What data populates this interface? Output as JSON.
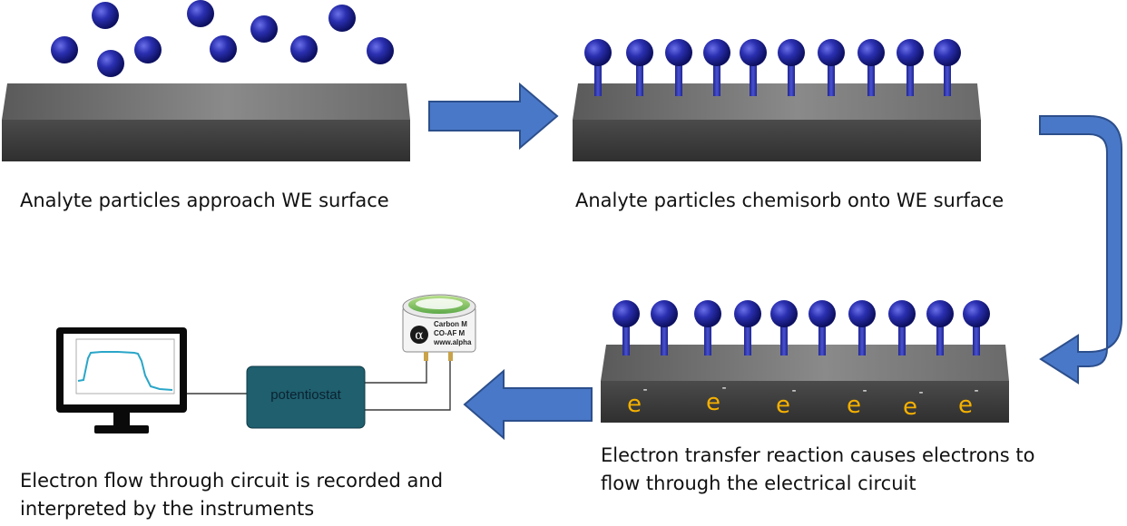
{
  "steps": [
    {
      "caption": "Analyte particles approach WE surface"
    },
    {
      "caption": "Analyte particles chemisorb onto WE surface"
    },
    {
      "caption_line1": "Electron transfer reaction causes electrons to",
      "caption_line2": "flow through the electrical circuit"
    },
    {
      "caption_line1": "Electron flow through circuit is recorded and",
      "caption_line2": "interpreted by the instruments"
    }
  ],
  "potentiostat": {
    "label": "potentiostat"
  },
  "sensor": {
    "line1": "Carbon M",
    "line2": "CO-AF M",
    "line3": "www.alpha"
  },
  "electron": {
    "symbol": "e",
    "charge": "-"
  },
  "colors": {
    "particle": "#2a2fb0",
    "stalk": "#3b42b8",
    "arrow": "#4a78c8",
    "arrow_border": "#2c4f8c",
    "slab_top": "#6f6f6f",
    "slab_front": "#4a4a4a",
    "potentiostat": "#1f5f6e",
    "electron": "#f5b000"
  }
}
